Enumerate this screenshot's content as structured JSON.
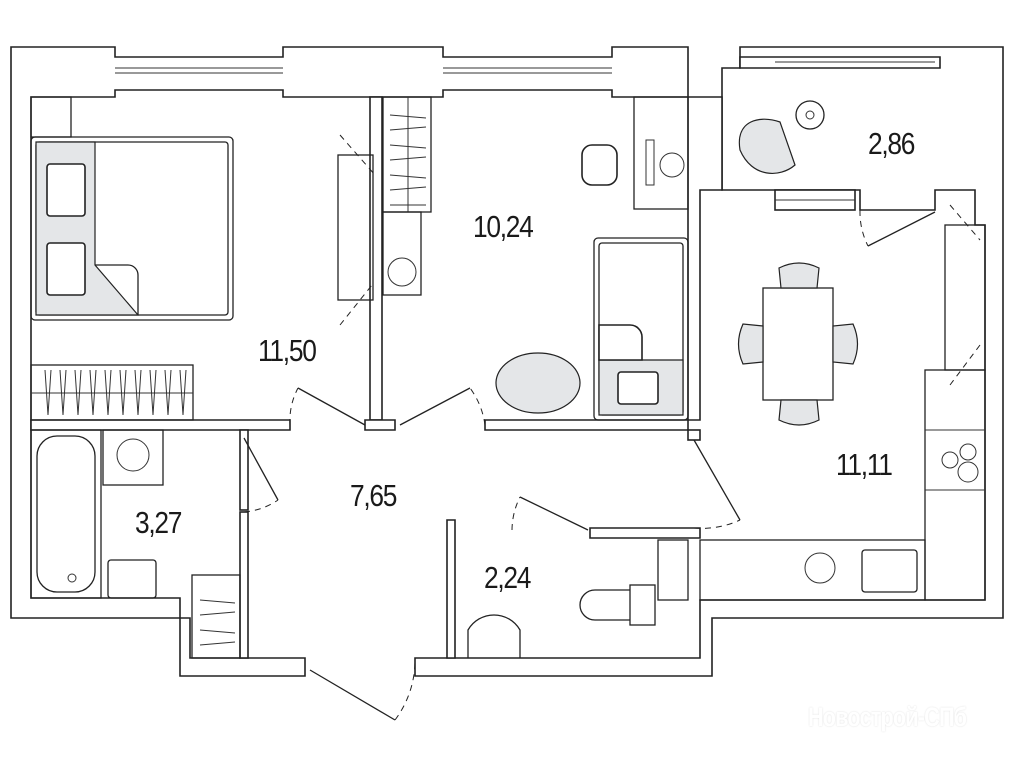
{
  "plan": {
    "rooms": [
      {
        "id": "bedroom",
        "area": "11,50"
      },
      {
        "id": "bedroom-2",
        "area": "10,24"
      },
      {
        "id": "balcony",
        "area": "2,86"
      },
      {
        "id": "kitchen-living",
        "area": "11,11"
      },
      {
        "id": "hallway",
        "area": "7,65"
      },
      {
        "id": "bathroom",
        "area": "3,27"
      },
      {
        "id": "toilet",
        "area": "2,24"
      }
    ],
    "watermark": "Новострой-СПб",
    "colors": {
      "line": "#222222",
      "furniture_fill": "#e4e6e8",
      "background": "#ffffff"
    }
  }
}
